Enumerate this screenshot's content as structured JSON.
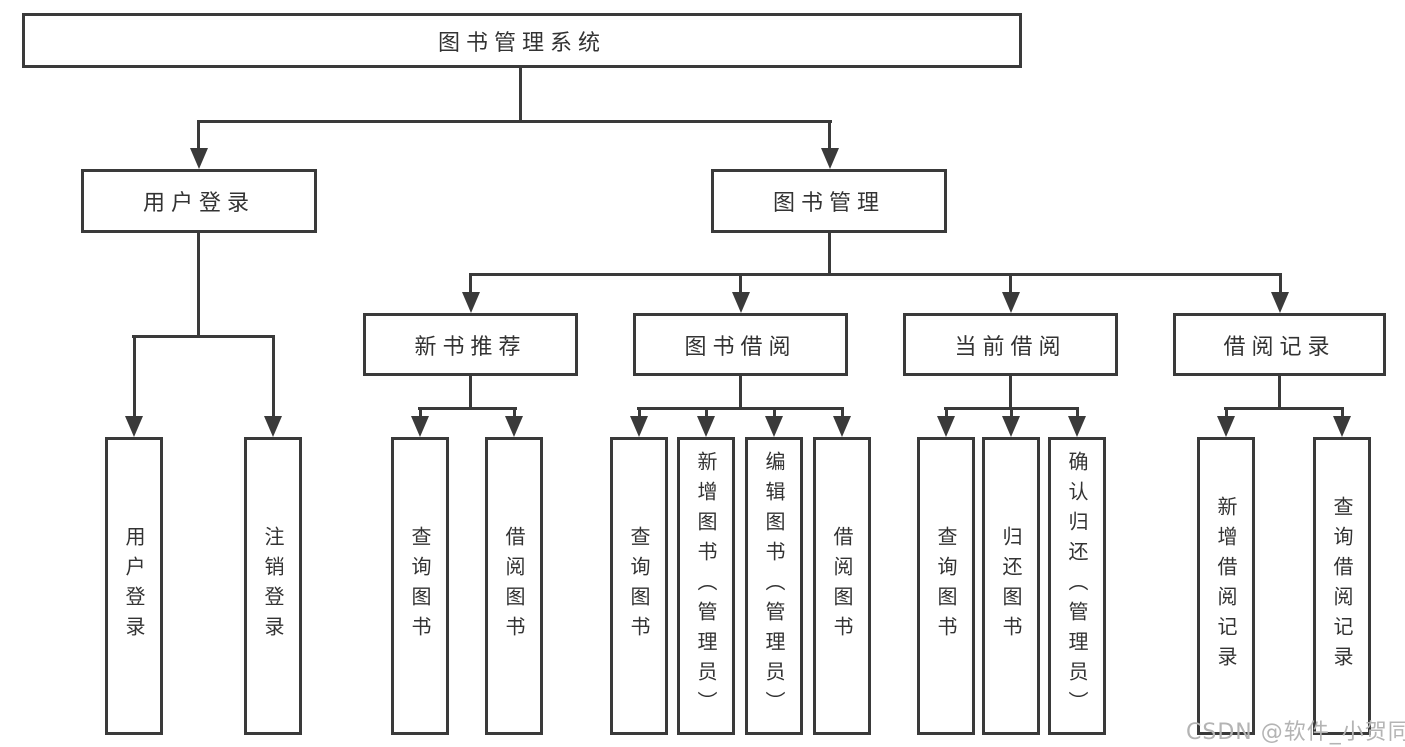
{
  "diagram": {
    "title": "图书管理系统",
    "watermark": "CSDN @软件_小贺同学",
    "colors": {
      "line": "#3a3a3a",
      "node_border": "#3a3a3a",
      "text": "#333333",
      "background": "#ffffff",
      "watermark_text": "#b4b4b4"
    },
    "nodes": {
      "root": "图书管理系统",
      "user_login": "用户登录",
      "book_mgmt": "图书管理",
      "new_book_rec": "新书推荐",
      "book_borrow": "图书借阅",
      "current_borrow": "当前借阅",
      "borrow_records": "借阅记录",
      "leaf_user_login": "用户登录",
      "leaf_logout": "注销登录",
      "leaf_nbr_query_books": "查询图书",
      "leaf_nbr_borrow_books": "借阅图书",
      "leaf_bb_query_books": "查询图书",
      "leaf_bb_add_books": "新增图书（管理员）",
      "leaf_bb_edit_books": "编辑图书（管理员）",
      "leaf_bb_borrow_books": "借阅图书",
      "leaf_cb_query_books": "查询图书",
      "leaf_cb_return_books": "归还图书",
      "leaf_cb_confirm_return": "确认归还（管理员）",
      "leaf_br_add_record": "新增借阅记录",
      "leaf_br_query_record": "查询借阅记录"
    },
    "hierarchy": [
      {
        "parent": "图书管理系统",
        "children": [
          "用户登录",
          "图书管理"
        ]
      },
      {
        "parent": "用户登录",
        "children": [
          "用户登录",
          "注销登录"
        ]
      },
      {
        "parent": "图书管理",
        "children": [
          "新书推荐",
          "图书借阅",
          "当前借阅",
          "借阅记录"
        ]
      },
      {
        "parent": "新书推荐",
        "children": [
          "查询图书",
          "借阅图书"
        ]
      },
      {
        "parent": "图书借阅",
        "children": [
          "查询图书",
          "新增图书（管理员）",
          "编辑图书（管理员）",
          "借阅图书"
        ]
      },
      {
        "parent": "当前借阅",
        "children": [
          "查询图书",
          "归还图书",
          "确认归还（管理员）"
        ]
      },
      {
        "parent": "借阅记录",
        "children": [
          "新增借阅记录",
          "查询借阅记录"
        ]
      }
    ]
  }
}
